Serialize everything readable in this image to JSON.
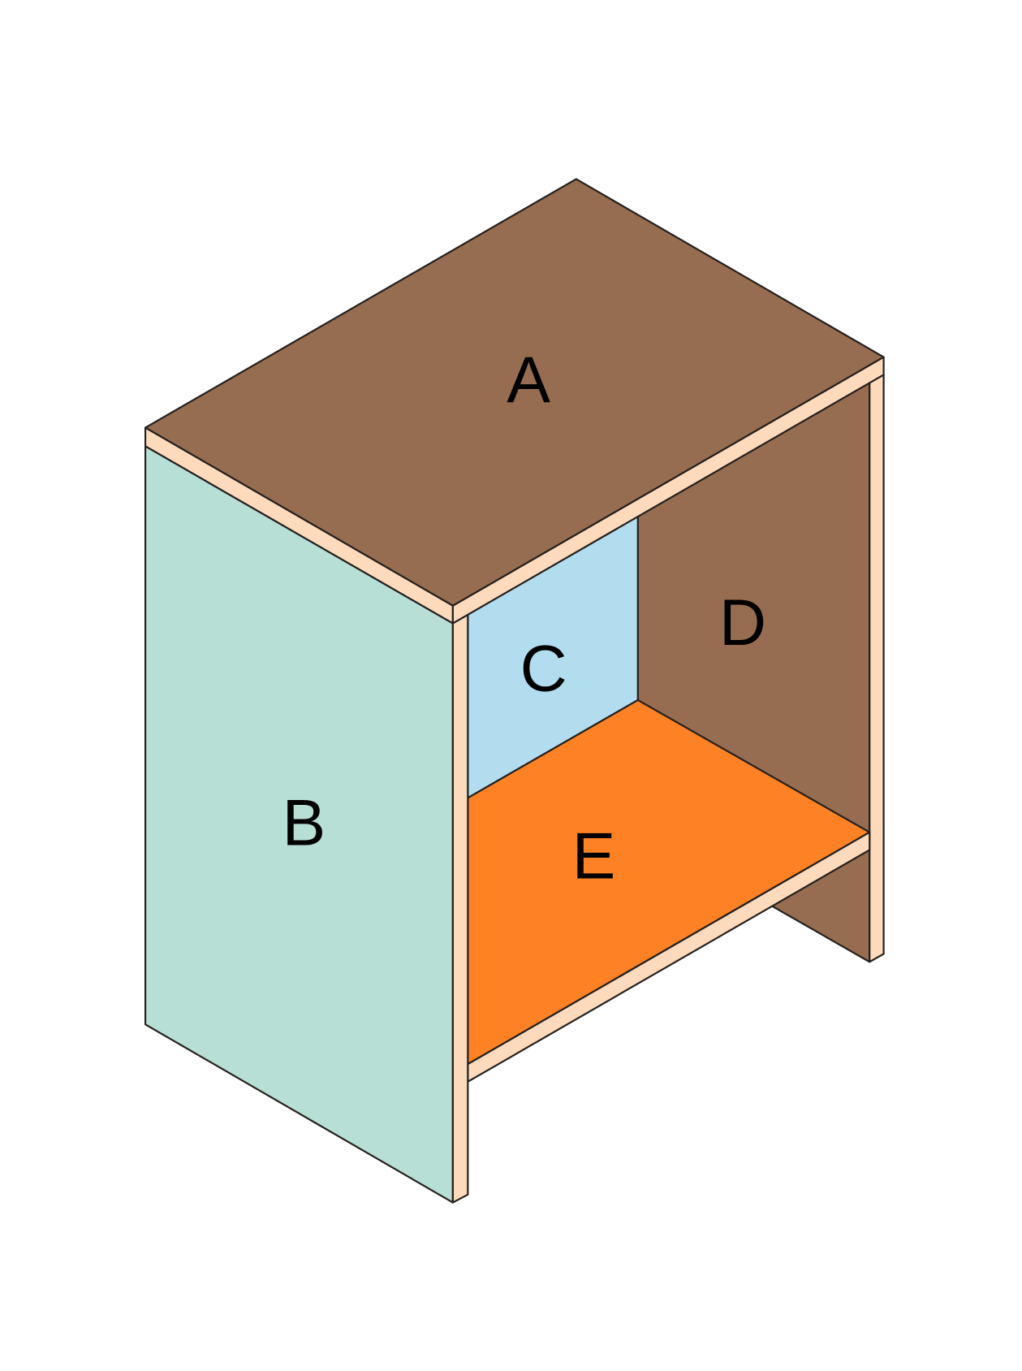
{
  "diagram": {
    "type": "isometric shelf cabinet",
    "labels": {
      "top": "A",
      "left_side": "B",
      "back": "C",
      "right_side": "D",
      "shelf": "E"
    },
    "colors": {
      "top": "#966d50",
      "left_side": "#b8dfd6",
      "back": "#b1ddef",
      "right_side": "#966d50",
      "shelf": "#fe8224",
      "edge": "#fedabd",
      "outline": "#231f1c"
    }
  }
}
